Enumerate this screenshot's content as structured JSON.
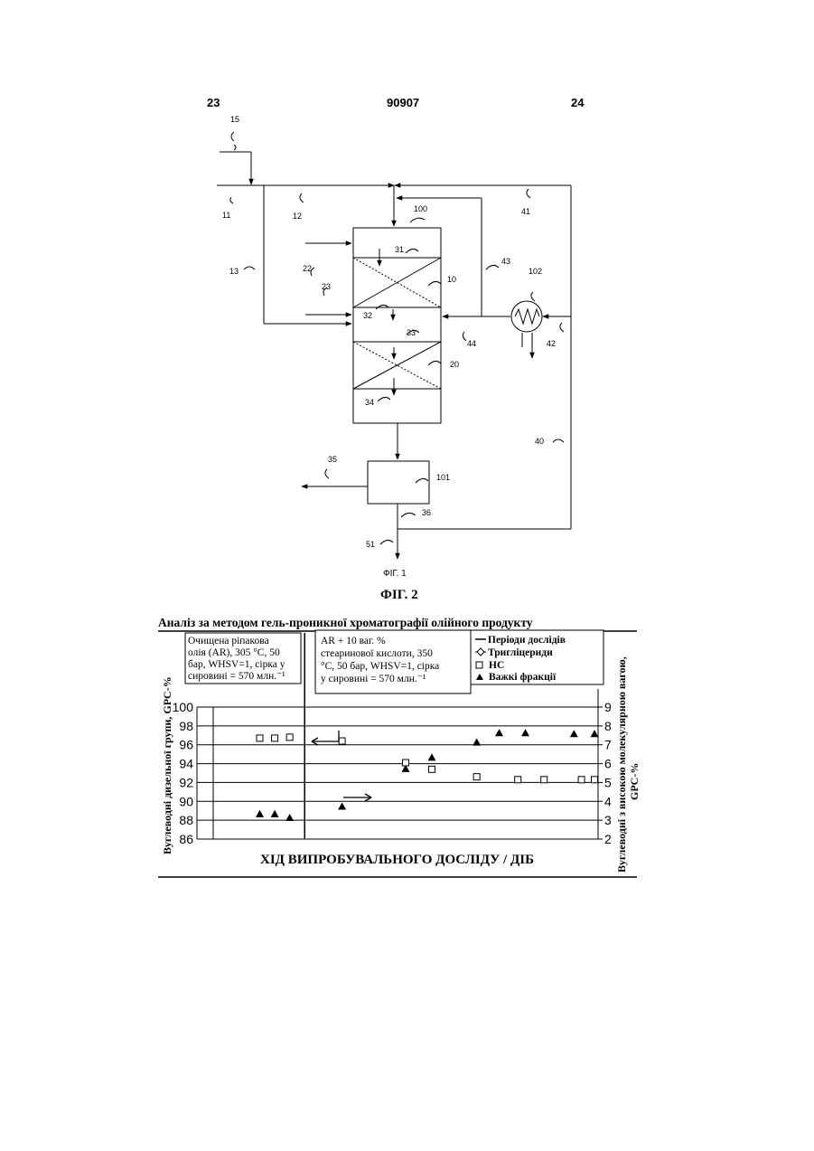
{
  "header": {
    "page_left": "23",
    "patent_number": "90907",
    "page_right": "24"
  },
  "figure1": {
    "caption": "ФІГ. 1",
    "labels": {
      "l15": "15",
      "l11": "11",
      "l12": "12",
      "l41": "41",
      "l100": "100",
      "l31": "31",
      "l22": "22",
      "l10": "10",
      "l43": "43",
      "l102": "102",
      "l13": "13",
      "l23": "23",
      "l32": "32",
      "l44": "44",
      "l42": "42",
      "l33": "33",
      "l20": "20",
      "l34": "34",
      "l40": "40",
      "l35": "35",
      "l101": "101",
      "l36": "36",
      "l51": "51"
    }
  },
  "figure2": {
    "caption": "ФІГ. 2"
  },
  "chart_data": {
    "type": "scatter",
    "title": "Аналіз за методом гель-проникної хроматографії олійного продукту",
    "xlabel": "ХІД ВИПРОБУВАЛЬНОГО ДОСЛІДУ / ДІБ",
    "ylabel_left": "Вуглеводні дизельної групи, GPC-%",
    "ylabel_right_line1": "Вуглеводні з високою молекулярною вагою,",
    "ylabel_right_line2": "GPC-%",
    "y_left": {
      "min": 86,
      "max": 100,
      "ticks": [
        "86",
        "88",
        "90",
        "92",
        "94",
        "96",
        "98",
        "100"
      ]
    },
    "y_right": {
      "min": 2,
      "max": 9,
      "ticks": [
        "2",
        "3",
        "4",
        "5",
        "6",
        "7",
        "8",
        "9"
      ]
    },
    "x_range": [
      0,
      100
    ],
    "annotation1_lines": [
      "Очищена ріпакова",
      "олія (AR), 305 °C, 50",
      "бар, WHSV=1, сірка у",
      "сировині = 570 млн.⁻¹"
    ],
    "annotation2_lines": [
      "AR + 10 ваг. %",
      "стеаринової кислоти, 350",
      "°C, 50 бар, WHSV=1, сірка",
      "у сировині = 570 млн.⁻¹"
    ],
    "legend": {
      "periods": "Періоди дослідів",
      "triglycerides": "Тригліцериди",
      "hc": "HC",
      "heavy": "Важкі фракції"
    },
    "period_boundary_x": 23,
    "series": [
      {
        "name": "HC",
        "marker": "square",
        "axis": "left",
        "points": [
          [
            11,
            96.7
          ],
          [
            15,
            96.7
          ],
          [
            19,
            96.8
          ],
          [
            33,
            96.4
          ],
          [
            50,
            94.1
          ],
          [
            57,
            93.4
          ],
          [
            69,
            92.6
          ],
          [
            80,
            92.3
          ],
          [
            87,
            92.3
          ],
          [
            97,
            92.3
          ],
          [
            105,
            92.3
          ]
        ]
      },
      {
        "name": "Важкі фракції",
        "marker": "triangle",
        "axis": "right",
        "points": [
          [
            11,
            3.3
          ],
          [
            15,
            3.3
          ],
          [
            19,
            3.1
          ],
          [
            33,
            3.7
          ],
          [
            50,
            5.7
          ],
          [
            57,
            6.3
          ],
          [
            69,
            7.1
          ],
          [
            75,
            7.6
          ],
          [
            82,
            7.6
          ],
          [
            95,
            7.55
          ],
          [
            105,
            7.55
          ]
        ]
      }
    ]
  }
}
